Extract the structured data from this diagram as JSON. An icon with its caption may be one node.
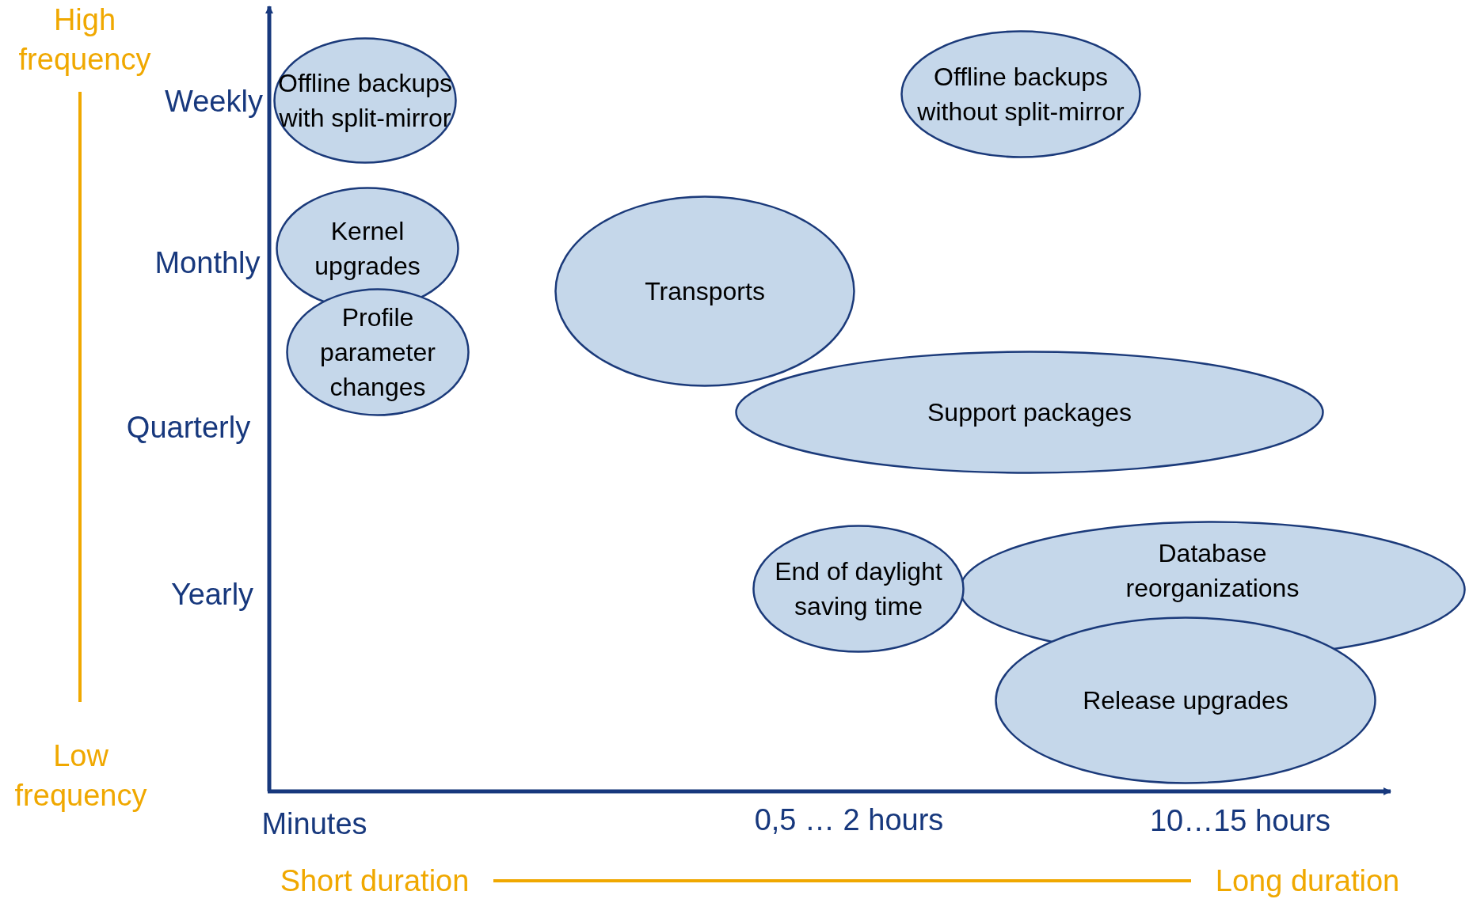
{
  "diagram": {
    "nodes": [
      {
        "text": [
          "Offline backups with split-mirror"
        ]
      },
      {
        "text": [
          "Offline backups without split-mirror"
        ]
      },
      {
        "text": [
          "Kernel upgrades"
        ]
      },
      {
        "text": [
          "Transports"
        ]
      },
      {
        "text": [
          "Profile parameter changes"
        ]
      },
      {
        "text": [
          "Support packages"
        ]
      },
      {
        "text": [
          "End of daylight saving time"
        ]
      },
      {
        "text": [
          "Database reorganizations"
        ]
      },
      {
        "text": [
          "Release upgrades"
        ]
      }
    ],
    "edges": [],
    "labels": [
      "High frequency",
      "Weekly",
      "Monthly",
      "Quarterly",
      "Yearly",
      "Low frequency",
      "Minutes",
      "0,5 … 2 hours",
      "10…15 hours",
      "Short duration",
      "Long duration"
    ]
  }
}
